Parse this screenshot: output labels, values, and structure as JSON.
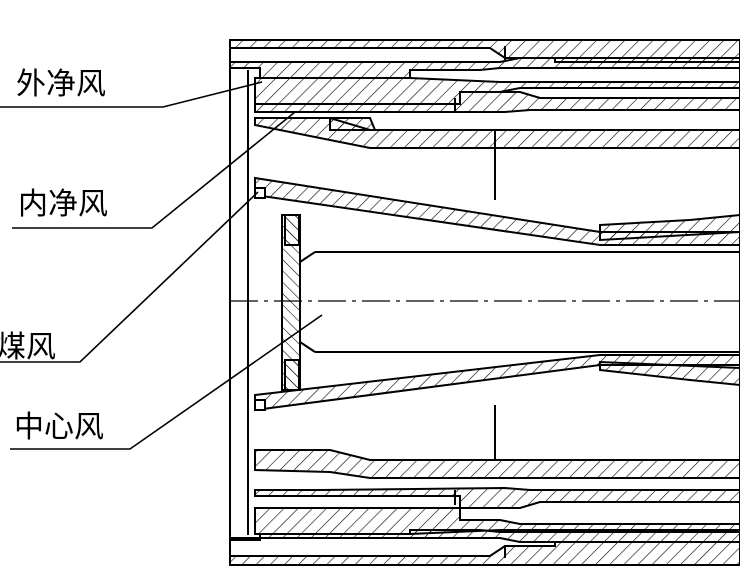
{
  "labels": {
    "outer_clean_air": "外净风",
    "inner_clean_air": "内净风",
    "coal_air": "煤风",
    "center_air": "中心风"
  },
  "colors": {
    "line": "#000000",
    "background": "#ffffff"
  }
}
